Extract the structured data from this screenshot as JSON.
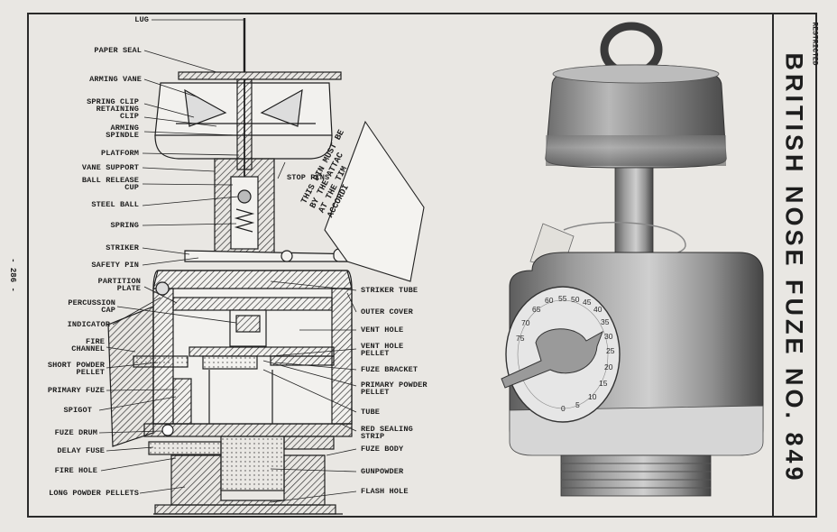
{
  "title": "BRITISH NOSE FUZE NO. 849",
  "classification": "RESTRICTED",
  "page_number": "- 286 -",
  "tag_text": [
    "THIS PIN MUST BE",
    "BY THE ATTAC",
    "AT THE TIM",
    "ACCORDI"
  ],
  "dial_numbers": [
    "60",
    "55",
    "50",
    "45",
    "40",
    "65",
    "70",
    "75",
    "35",
    "30",
    "25",
    "20",
    "15",
    "10",
    "5",
    "0"
  ],
  "labels_left": [
    "LUG",
    "PAPER SEAL",
    "ARMING VANE",
    "SPRING CLIP\nRETAINING\nCLIP",
    "ARMING\nSPINDLE",
    "PLATFORM",
    "VANE SUPPORT",
    "BALL RELEASE\nCUP",
    "STEEL BALL",
    "SPRING",
    "STRIKER",
    "SAFETY PIN",
    "PARTITION\nPLATE",
    "PERCUSSION\nCAP",
    "INDICATOR",
    "FIRE\nCHANNEL",
    "SHORT POWDER\nPELLET",
    "PRIMARY FUZE",
    "SPIGOT",
    "FUZE DRUM",
    "DELAY FUSE",
    "FIRE HOLE",
    "LONG POWDER PELLETS"
  ],
  "labels_right": [
    "STOP PINS",
    "STRIKER TUBE",
    "OUTER COVER",
    "VENT HOLE",
    "VENT HOLE\nPELLET",
    "FUZE BRACKET",
    "PRIMARY POWDER\nPELLET",
    "TUBE",
    "RED SEALING\nSTRIP",
    "FUZE BODY",
    "GUNPOWDER",
    "FLASH HOLE"
  ]
}
